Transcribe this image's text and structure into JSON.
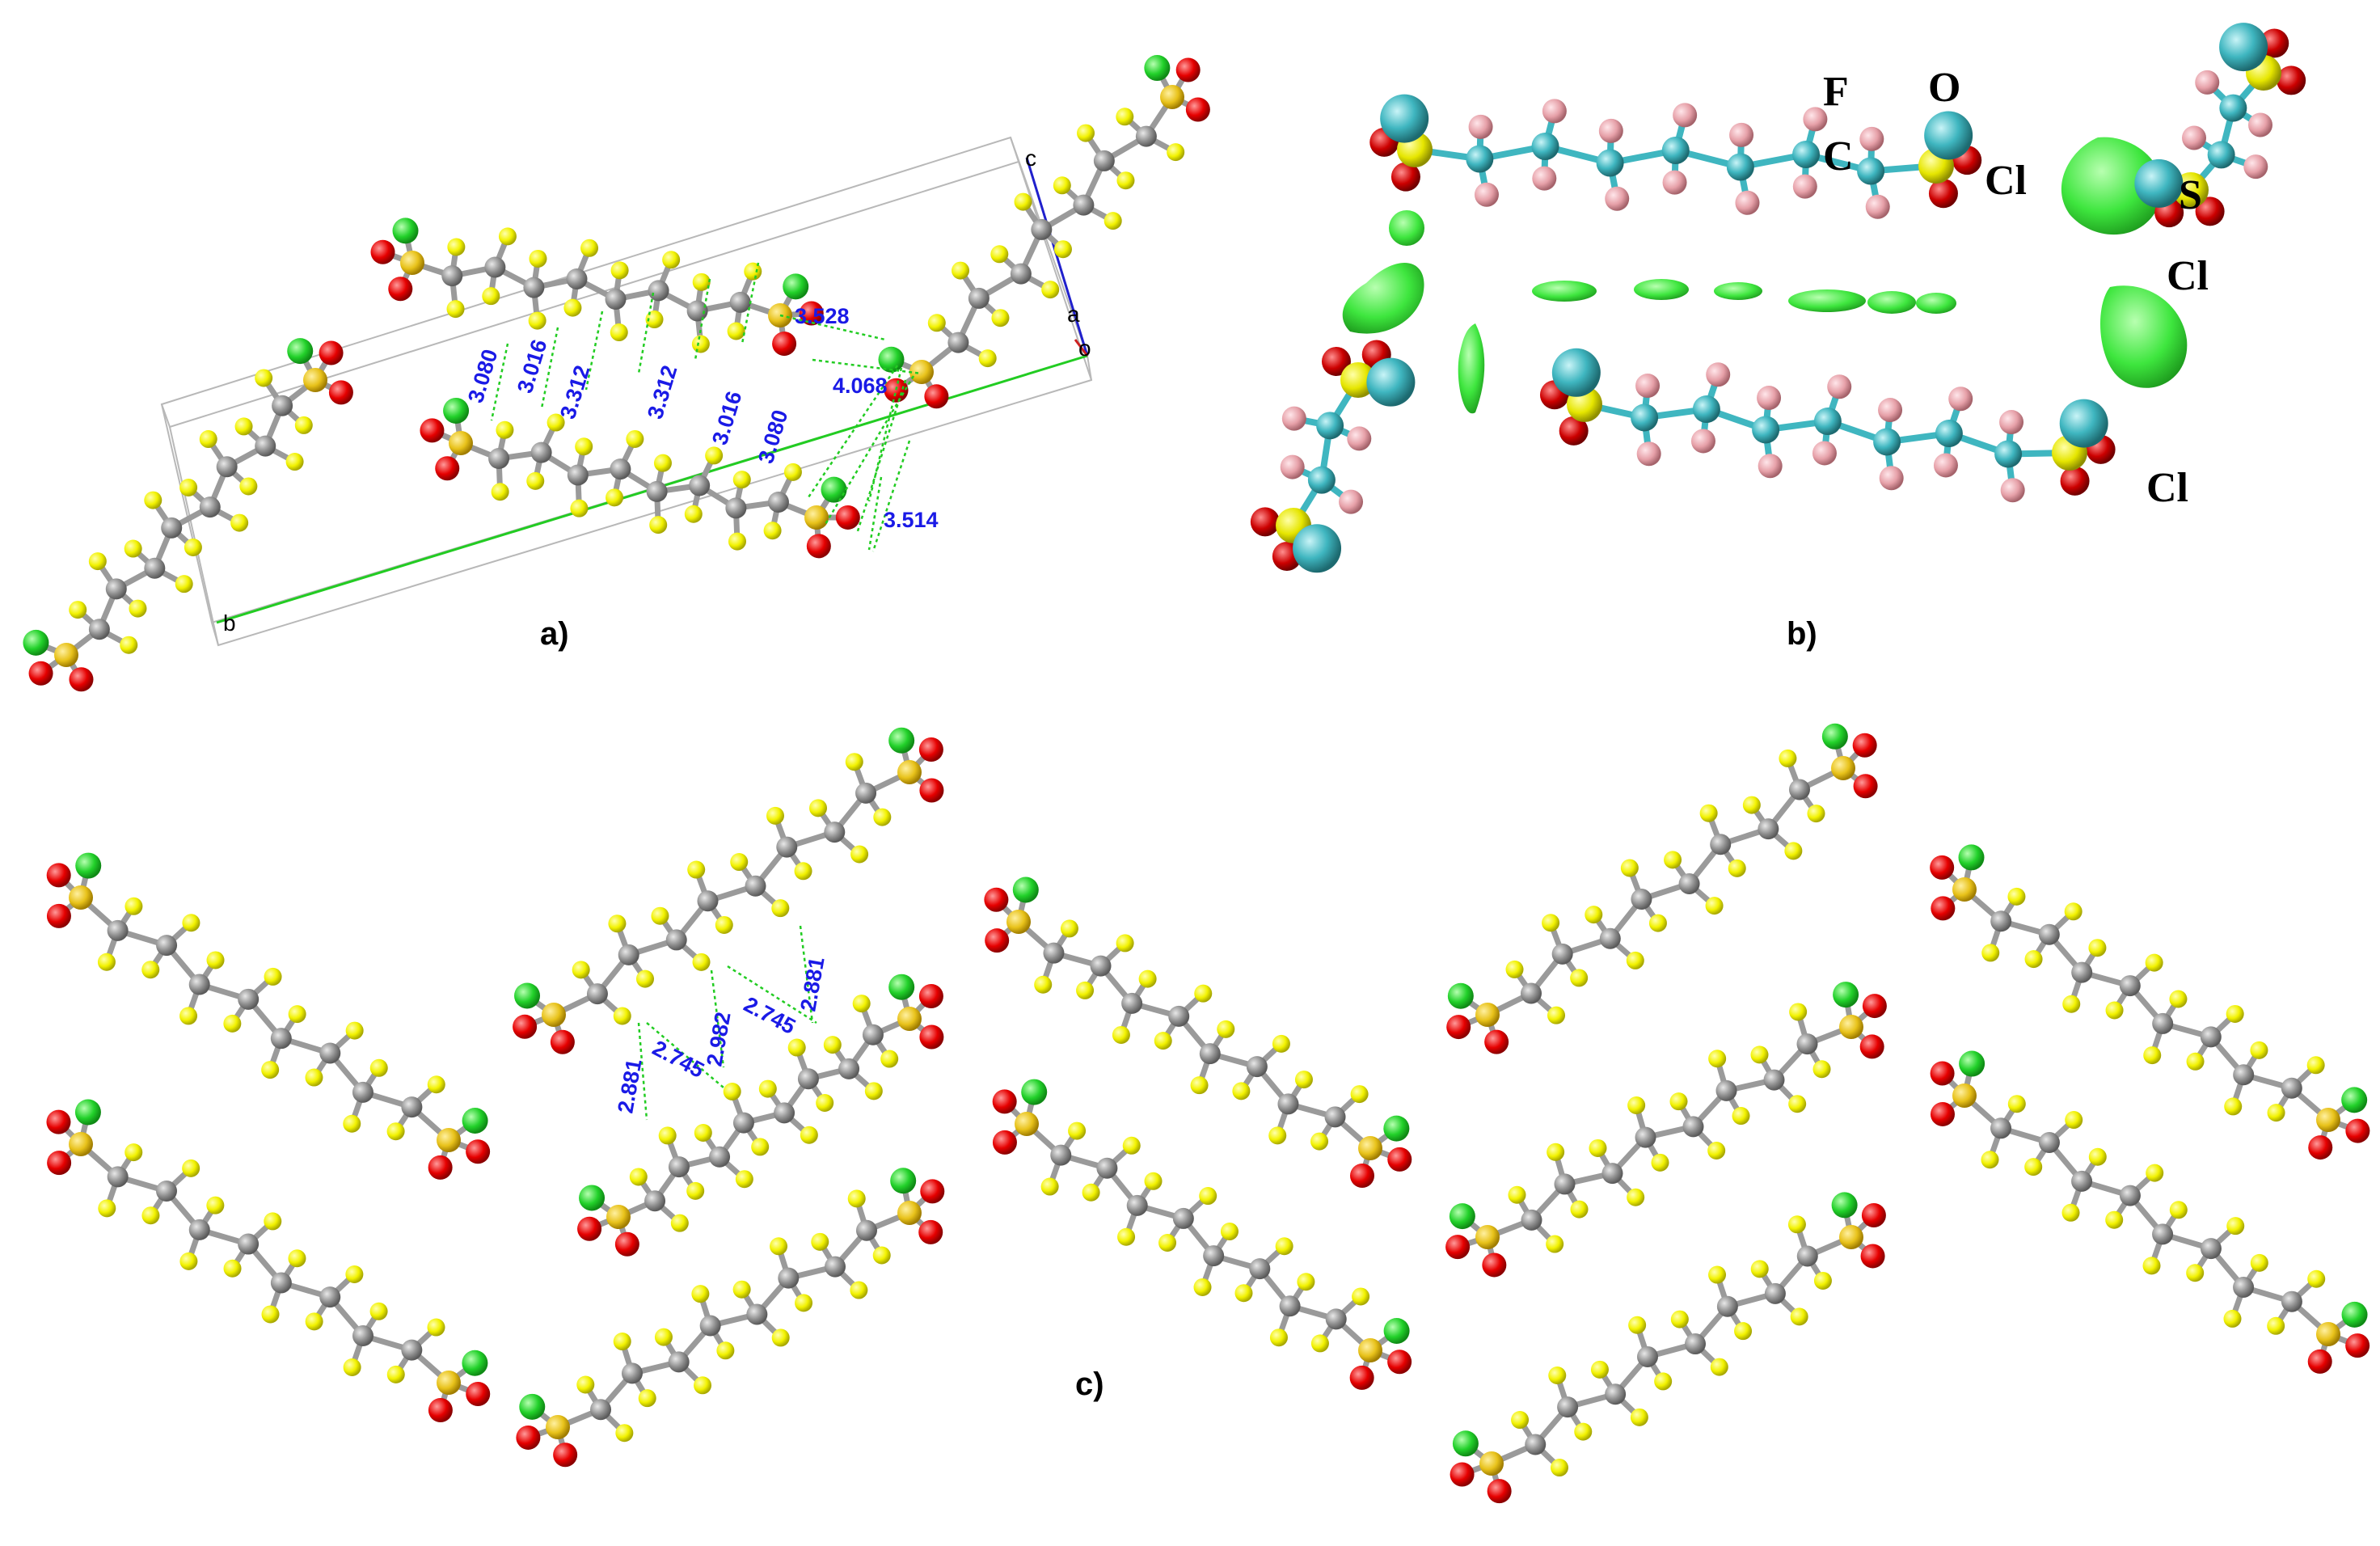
{
  "panels": {
    "a": {
      "label": "a)",
      "cell_axes": {
        "a": "a",
        "b": "b",
        "c": "c",
        "o": "o"
      },
      "distances": [
        "3.080",
        "3.016",
        "3.312",
        "3.312",
        "3.016",
        "3.080",
        "3.528",
        "4.068",
        "3.514"
      ]
    },
    "b": {
      "label": "b)",
      "atom_labels": {
        "F": "F",
        "O": "O",
        "C": "C",
        "Cl": "Cl",
        "S": "S"
      }
    },
    "c": {
      "label": "c)",
      "distances": [
        "2.881",
        "2.745",
        "2.982",
        "2.745",
        "2.881"
      ]
    }
  },
  "colors": {
    "fluorine": "#f2f200",
    "carbon": "#8f8f8f",
    "sulfur": "#e8c21a",
    "oxygen": "#e60000",
    "chlorine": "#22d12a",
    "contact_line": "#22cc22",
    "distance_text": "#1a1ae6",
    "b_carbon": "#3fb6c0",
    "b_fluorine": "#e6a0a8",
    "b_surface": "#3ee63e"
  }
}
